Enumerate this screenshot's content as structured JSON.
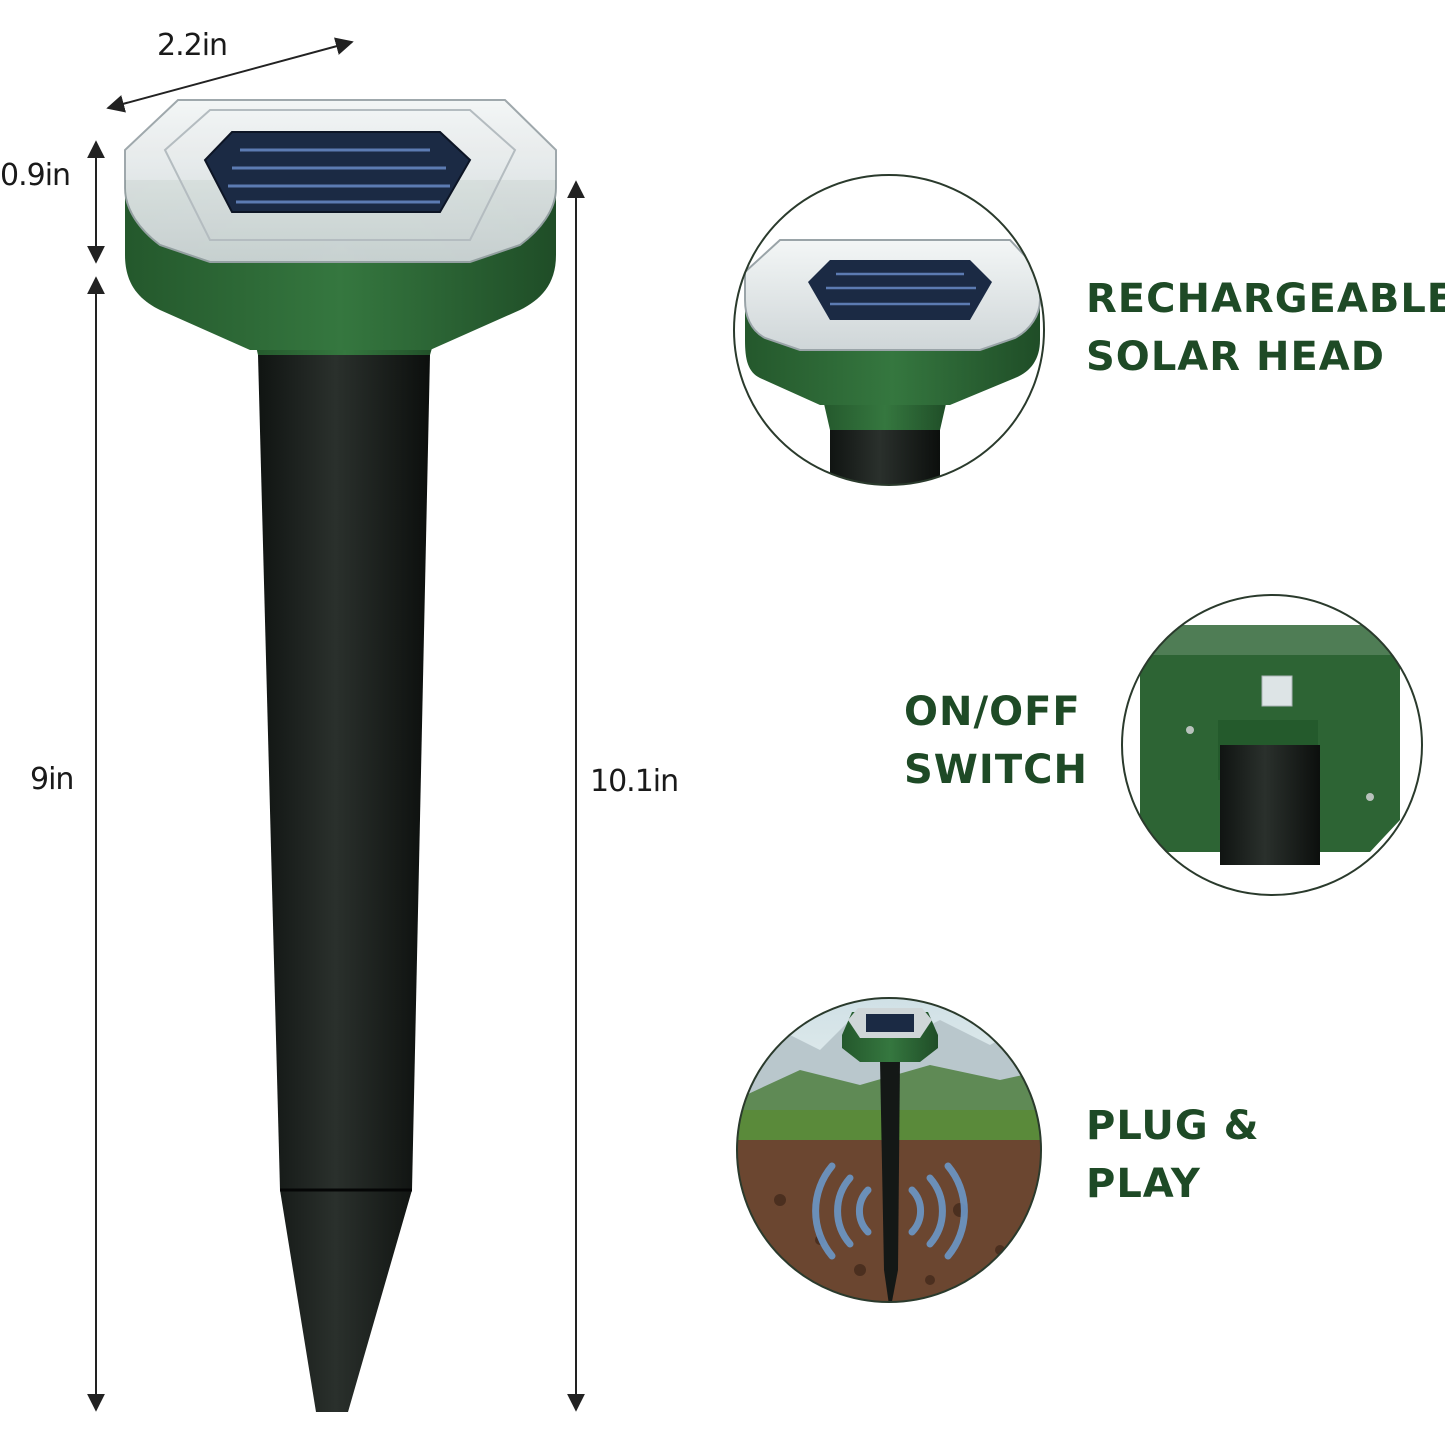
{
  "dimensions": {
    "width": "2.2in",
    "head_height": "0.9in",
    "stake_length": "9in",
    "total_height": "10.1in"
  },
  "features": [
    {
      "line1": "RECHARGEABLE",
      "line2": "SOLAR HEAD",
      "icon": "solar-head-closeup"
    },
    {
      "line1": "ON/OFF",
      "line2": "SWITCH",
      "icon": "switch-closeup"
    },
    {
      "line1": "PLUG &",
      "line2": "PLAY",
      "icon": "field-scene"
    }
  ],
  "colors": {
    "brand_green": "#2d6a36",
    "text_green": "#1e4a26",
    "stake_black": "#1c211e"
  }
}
